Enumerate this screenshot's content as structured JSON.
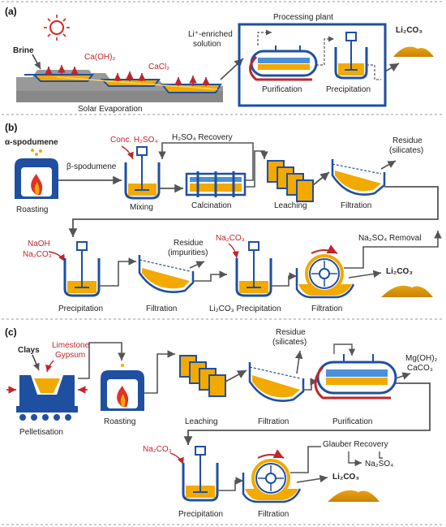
{
  "panels": {
    "a": {
      "tag": "(a)",
      "brine": "Brine",
      "caoh2": "Ca(OH)₂",
      "cacl2": "CaCl₂",
      "solar": "Solar Evaporation",
      "li_solution_1": "Li⁺-enriched",
      "li_solution_2": "solution",
      "plant_title": "Processing plant",
      "purification": "Purification",
      "precipitation": "Precipitation",
      "product": "Li₂CO₃"
    },
    "b": {
      "tag": "(b)",
      "alpha": "α-spodumene",
      "beta": "β-spodumene",
      "roasting": "Roasting",
      "conc_acid": "Conc. H₂SO₄",
      "acid_recovery": "H₂SO₄ Recovery",
      "mixing": "Mixing",
      "calcination": "Calcination",
      "leaching": "Leaching",
      "filtration1": "Filtration",
      "residue1_a": "Residue",
      "residue1_b": "(silicates)",
      "naoh": "NaOH",
      "na2co3_1": "Na₂CO₃",
      "precipitation": "Precipitation",
      "filtration2": "Filtration",
      "residue2_a": "Residue",
      "residue2_b": "(impurities)",
      "na2co3_2": "Na₂CO₃",
      "li_precip": "Li₂CO₃ Precipitation",
      "filtration3": "Filtration",
      "na2so4_removal": "Na₂SO₄ Removal",
      "product": "Li₂CO₃"
    },
    "c": {
      "tag": "(c)",
      "clays": "Clays",
      "limestone": "Limestone",
      "gypsum": "Gypsum",
      "pelletisation": "Pelletisation",
      "roasting": "Roasting",
      "leaching": "Leaching",
      "filtration1": "Filtration",
      "residue_a": "Residue",
      "residue_b": "(silicates)",
      "purification": "Purification",
      "mgoh2": "Mg(OH)₂",
      "caco3": "CaCO₃",
      "na2co3": "Na₂CO₃",
      "glauber": "Glauber Recovery",
      "na2so4": "Na₂SO₄",
      "precipitation": "Precipitation",
      "filtration2": "Filtration",
      "product": "Li₂CO₃"
    }
  },
  "colors": {
    "blue": "#1f4fa0",
    "orange": "#f2a900",
    "red": "#c0262b",
    "grey": "#666666",
    "light_blue": "#4a90d9"
  }
}
